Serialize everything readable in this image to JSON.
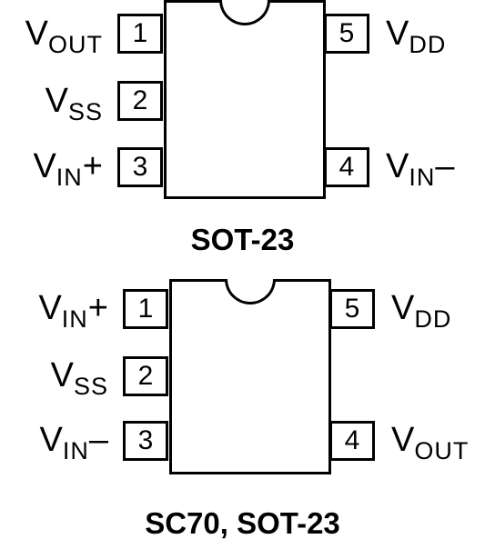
{
  "packages": [
    {
      "name": "SOT-23",
      "pins": [
        {
          "number": "1",
          "main": "V",
          "sub": "OUT",
          "suffix": ""
        },
        {
          "number": "2",
          "main": "V",
          "sub": "SS",
          "suffix": ""
        },
        {
          "number": "3",
          "main": "V",
          "sub": "IN",
          "suffix": "+"
        },
        {
          "number": "4",
          "main": "V",
          "sub": "IN",
          "suffix": "–"
        },
        {
          "number": "5",
          "main": "V",
          "sub": "DD",
          "suffix": ""
        }
      ]
    },
    {
      "name": "SC70, SOT-23",
      "pins": [
        {
          "number": "1",
          "main": "V",
          "sub": "IN",
          "suffix": "+"
        },
        {
          "number": "2",
          "main": "V",
          "sub": "SS",
          "suffix": ""
        },
        {
          "number": "3",
          "main": "V",
          "sub": "IN",
          "suffix": "–"
        },
        {
          "number": "4",
          "main": "V",
          "sub": "OUT",
          "suffix": ""
        },
        {
          "number": "5",
          "main": "V",
          "sub": "DD",
          "suffix": ""
        }
      ]
    }
  ]
}
